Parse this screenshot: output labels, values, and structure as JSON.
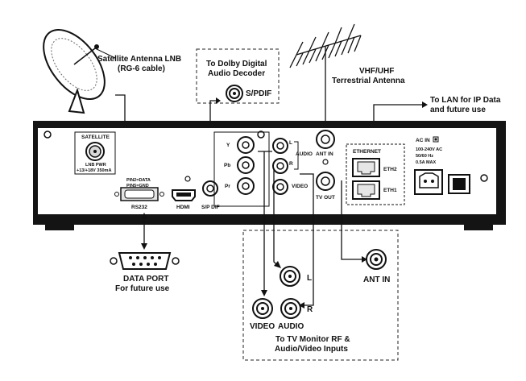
{
  "satellite_dish": {
    "line1": "Satellite Antenna LNB",
    "line2": "(RG-6 cable)"
  },
  "terrestrial_antenna": {
    "line1": "VHF/UHF",
    "line2": "Terrestrial Antenna"
  },
  "dolby_box": {
    "line1": "To Dolby Digital",
    "line2": "Audio  Decoder",
    "port": "S/PDIF"
  },
  "lan": {
    "line1": "To LAN for IP Data",
    "line2": "and  future use"
  },
  "panel": {
    "satellite_title": "SATELLITE",
    "lnb_line1": "LNB PWR",
    "lnb_line2": "+13/+18V 350mA",
    "pin_line1": "PIN2=DATA",
    "pin_line2": "PIN5=GND",
    "rs232": "RS232",
    "hdmi": "HDMI",
    "spdif": "S/P DIF",
    "y": "Y",
    "pb": "Pb",
    "pr": "Pr",
    "l": "L",
    "r": "R",
    "audio": "AUDIO",
    "video": "VIDEO",
    "ant_in": "ANT IN",
    "tv_out": "TV OUT",
    "ethernet": "ETHERNET",
    "eth2": "ETH2",
    "eth1": "ETH1",
    "ac_in": "AC IN",
    "ac_line1": "100-240V AC",
    "ac_line2": "50/60 Hz",
    "ac_line3": "0.5A MAX"
  },
  "data_port": {
    "line1": "DATA PORT",
    "line2": "For future use"
  },
  "tv_box": {
    "l": "L",
    "r": "R",
    "video": "VIDEO",
    "audio": "AUDIO",
    "ant_in": "ANT IN",
    "line1": "To TV Monitor RF &",
    "line2": "Audio/Video Inputs"
  }
}
